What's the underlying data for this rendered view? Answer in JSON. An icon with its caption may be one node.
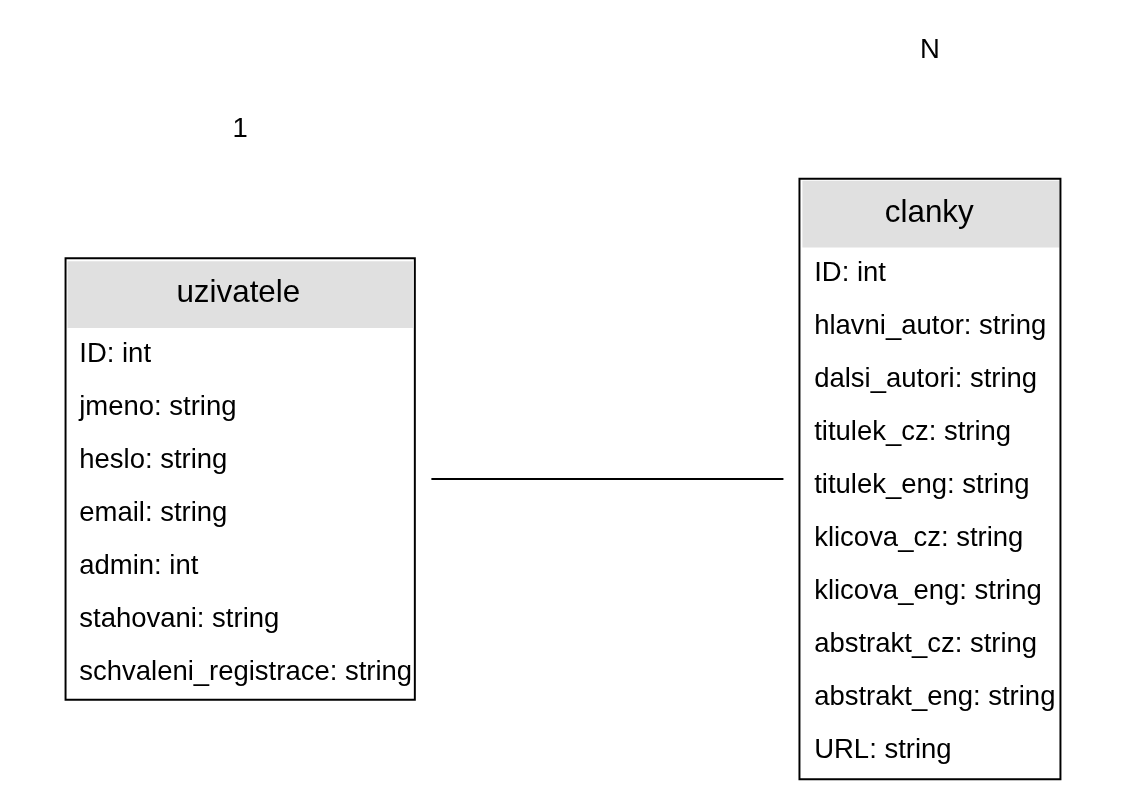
{
  "diagram": {
    "nodes": [
      {
        "text": [
          "uzivatele",
          "ID: int",
          "jmeno: string",
          "heslo: string",
          "email: string",
          "admin: int",
          "stahovani: string",
          "schvaleni_registrace: string"
        ]
      },
      {
        "text": [
          "clanky",
          "ID: int",
          "hlavni_autor: string",
          "dalsi_autori: string",
          "titulek_cz: string",
          "titulek_eng: string",
          "klicova_cz: string",
          "klicova_eng: string",
          "abstrakt_cz: string",
          "abstrakt_eng: string",
          "URL: string"
        ]
      }
    ],
    "edges": [
      {
        "from": 0,
        "to": 1,
        "arrow": "none"
      }
    ],
    "labels": [
      "1",
      "N"
    ]
  }
}
